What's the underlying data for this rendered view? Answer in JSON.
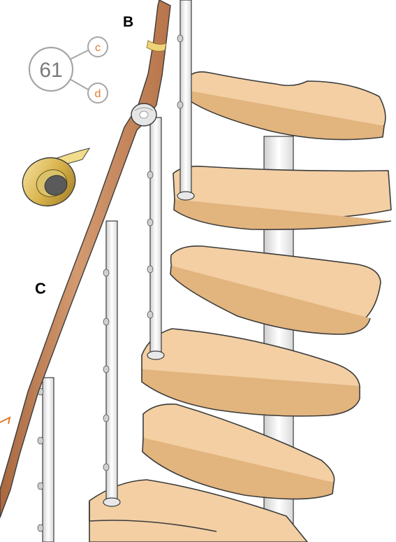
{
  "labels": {
    "part_b": "B",
    "part_c": "C",
    "step_number": "61",
    "sub_c": "c",
    "sub_d": "d"
  },
  "colors": {
    "wood": "#f3cfa3",
    "wood_edge": "#e2b47e",
    "handrail": "#c9875b",
    "handrail_light": "#e7b48c",
    "accent_orange": "#e07a2a",
    "callout_gray": "#a6a6a6",
    "metal": "#f2f2f2",
    "outline": "#3b3b3b"
  },
  "icons": {
    "tape_roll": "adhesive-tape-roll-icon"
  }
}
